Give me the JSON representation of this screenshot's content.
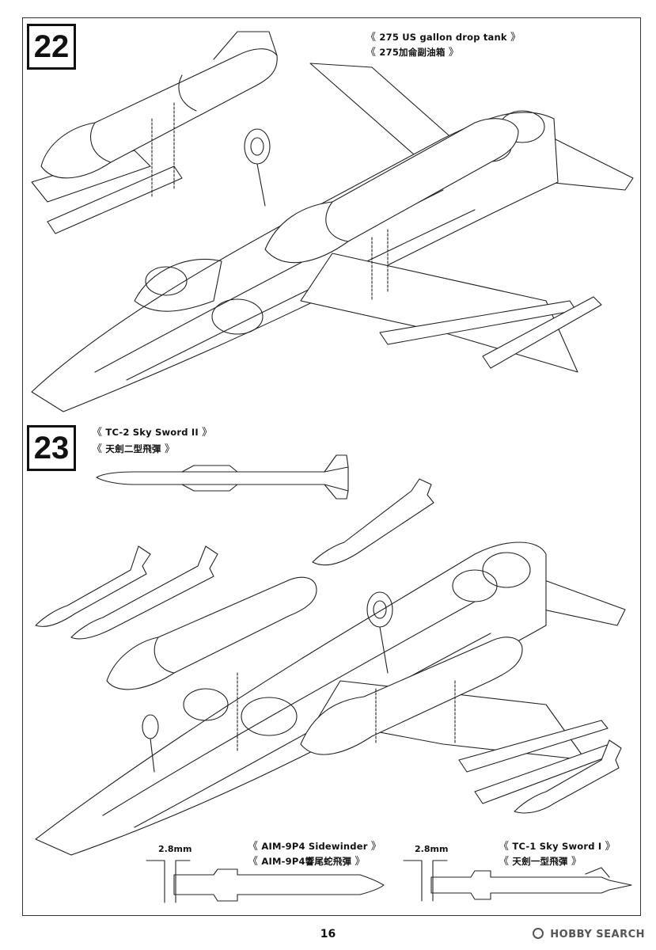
{
  "page": {
    "number": "16"
  },
  "watermark": {
    "logo_icon": "hobby-search-logo-icon",
    "text": "HOBBY SEARCH"
  },
  "steps": {
    "step22": {
      "number": "22",
      "callout_en": "275 US gallon drop tank",
      "callout_zh": "275加侖副油箱"
    },
    "step23": {
      "number": "23",
      "callout_en": "TC-2 Sky Sword II",
      "callout_zh": "天劍二型飛彈",
      "aim9_en": "AIM-9P4 Sidewinder",
      "aim9_zh": "AIM-9P4響尾蛇飛彈",
      "aim9_dim": "2.8mm",
      "tc1_en": "TC-1 Sky Sword I",
      "tc1_zh": "天劍一型飛彈",
      "tc1_dim": "2.8mm"
    }
  },
  "brackets": {
    "open": "《",
    "close": "》"
  }
}
